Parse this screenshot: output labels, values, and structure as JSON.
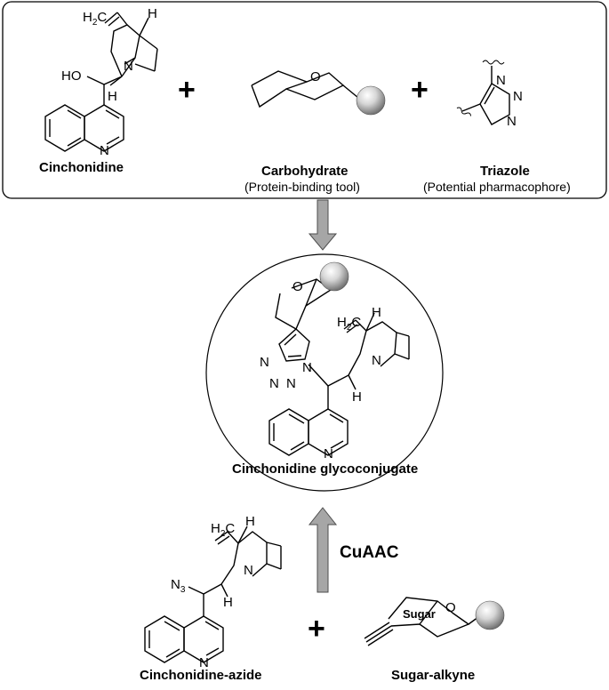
{
  "top_panel": {
    "compounds": [
      {
        "name": "Cinchonidine",
        "caption": ""
      },
      {
        "name": "Carbohydrate",
        "caption": "(Protein-binding tool)"
      },
      {
        "name": "Triazole",
        "caption": "(Potential pharmacophore)"
      }
    ],
    "plus": "+"
  },
  "center": {
    "product_name": "Cinchonidine glycoconjugate"
  },
  "bottom": {
    "reaction_label": "CuAAC",
    "reactants": [
      {
        "name": "Cinchonidine-azide"
      },
      {
        "name": "Sugar-alkyne"
      }
    ],
    "sugar_ring_text": "Sugar",
    "plus": "+"
  },
  "atoms": {
    "H": "H",
    "N": "N",
    "O": "O",
    "HO": "HO",
    "H2C": "H",
    "H2C_sub": "2",
    "H2C_c": "C",
    "N3": "N",
    "N3_sub": "3"
  },
  "colors": {
    "arrow_fill": "#a6a6a6",
    "sphere_light": "#ffffff",
    "sphere_dark": "#6e6e6e",
    "line": "#000000"
  }
}
